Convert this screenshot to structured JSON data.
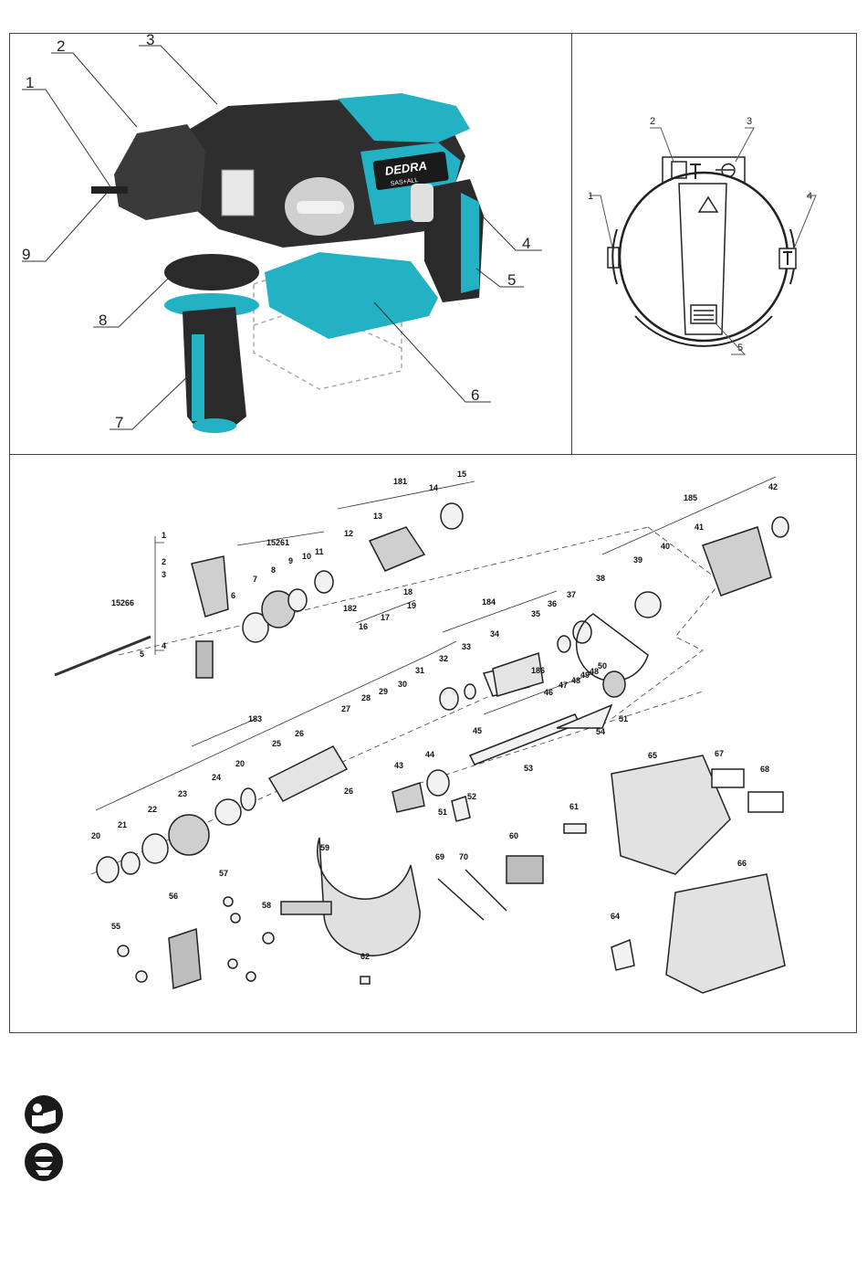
{
  "brand_logo": "DEDRA",
  "brand_badge": "SAS+ALL",
  "tool_callouts": [
    "1",
    "2",
    "3",
    "4",
    "5",
    "6",
    "7",
    "8",
    "9"
  ],
  "mode_selector_callouts": [
    "1",
    "2",
    "3",
    "4",
    "5"
  ],
  "exploded_parts": {
    "p1": "1",
    "p2": "2",
    "p3": "3",
    "p4": "4",
    "p5": "5",
    "p6": "6",
    "p7": "7",
    "p8": "8",
    "p9": "9",
    "p10": "10",
    "p11": "11",
    "p12": "12",
    "p13": "13",
    "p14": "14",
    "p15": "15",
    "p16": "16",
    "p17": "17",
    "p18": "18",
    "p19": "19",
    "p20a": "20",
    "p20b": "20",
    "p21": "21",
    "p22": "22",
    "p23": "23",
    "p24": "24",
    "p25": "25",
    "p26a": "26",
    "p26b": "26",
    "p27": "27",
    "p28": "28",
    "p29": "29",
    "p30": "30",
    "p31": "31",
    "p32": "32",
    "p33": "33",
    "p34": "34",
    "p35": "35",
    "p36": "36",
    "p37": "37",
    "p38": "38",
    "p39": "39",
    "p40": "40",
    "p41": "41",
    "p42": "42",
    "p43": "43",
    "p44": "44",
    "p45": "45",
    "p46": "46",
    "p47": "47",
    "p48a": "48",
    "p49": "49",
    "p48b": "48",
    "p50": "50",
    "p51a": "51",
    "p51b": "51",
    "p52": "52",
    "p53": "53",
    "p54": "54",
    "p55": "55",
    "p56": "56",
    "p57": "57",
    "p58": "58",
    "p59": "59",
    "p60": "60",
    "p61": "61",
    "p62": "62",
    "p64": "64",
    "p65": "65",
    "p66": "66",
    "p67": "67",
    "p68": "68",
    "p69": "69",
    "p70": "70",
    "p181": "181",
    "p182": "182",
    "p183": "183",
    "p184": "184",
    "p185": "185",
    "p186": "186",
    "p15261": "15261",
    "p15266": "15266",
    "p5b": "5",
    "p6b": "6",
    "p7b": "7",
    "p4b": "4"
  },
  "symbols": [
    "read-manual-icon",
    "eye-protection-icon"
  ],
  "colors": {
    "accent": "#1fb3c0",
    "body_dark": "#2b2b2b",
    "line": "#333333"
  }
}
